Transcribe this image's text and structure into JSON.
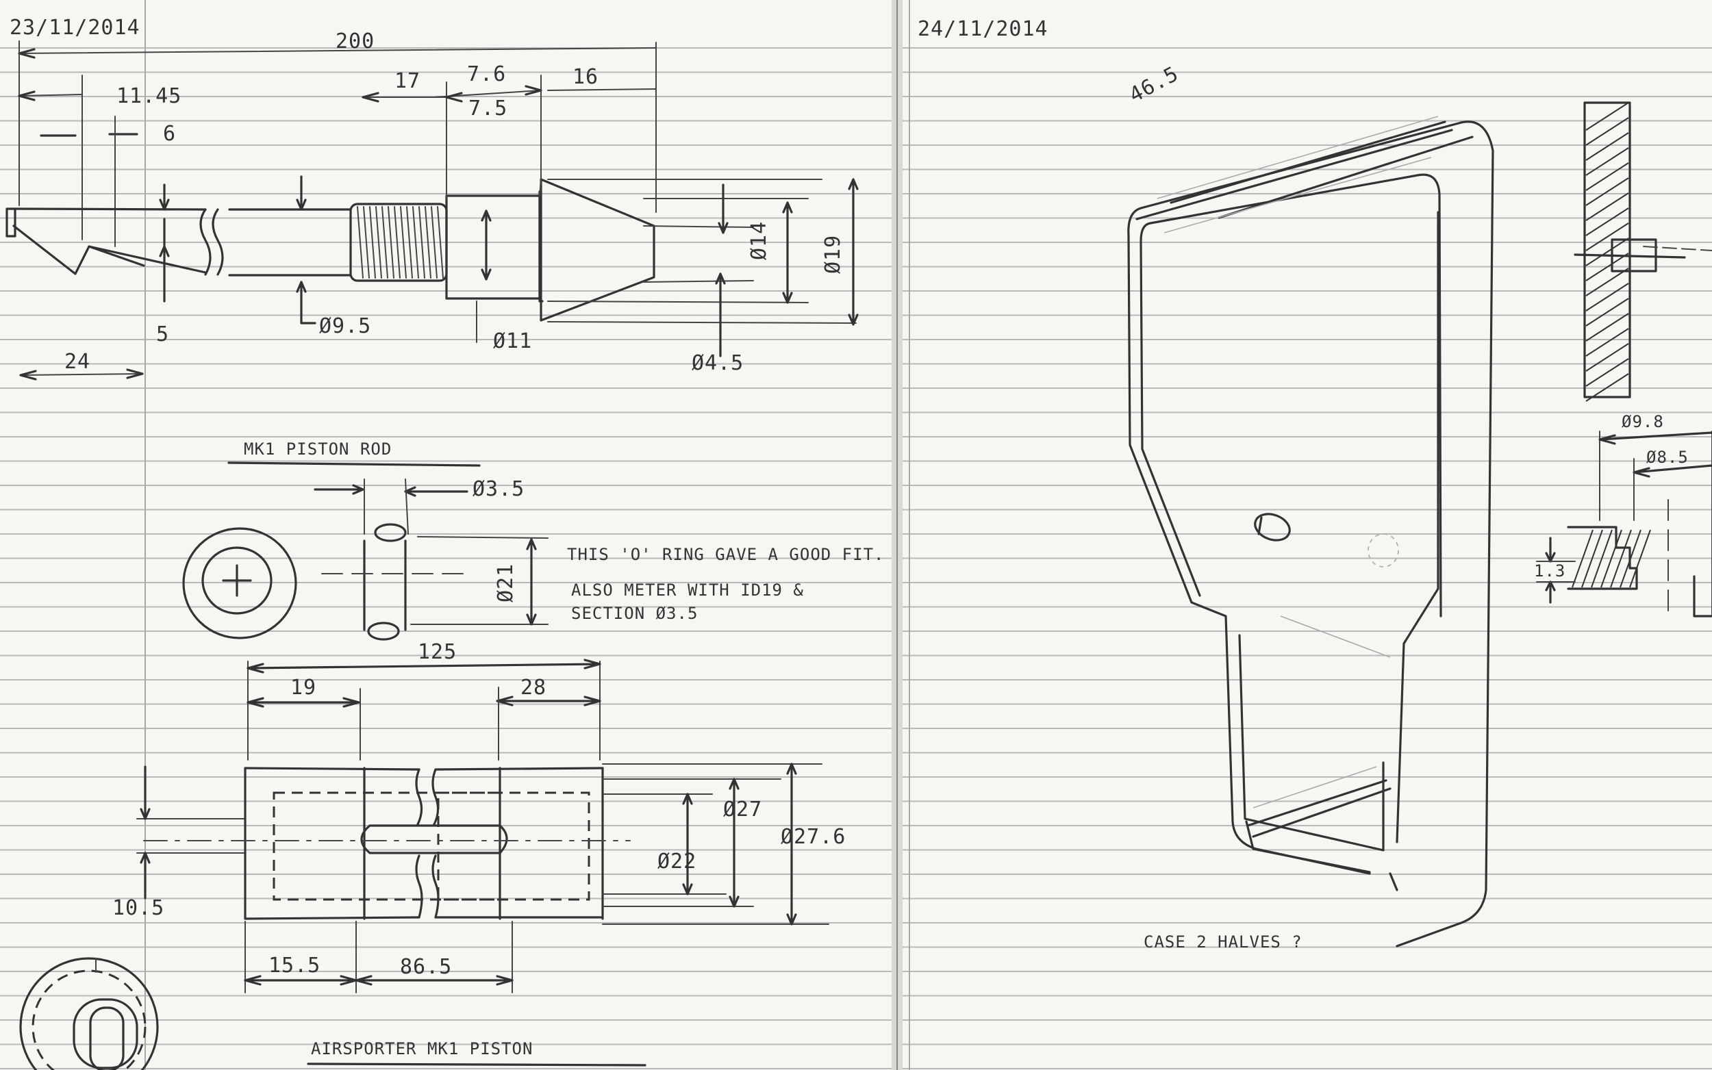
{
  "left_page": {
    "date": "23/11/2014",
    "rod": {
      "overall_length": "200",
      "dim_11_45": "11.45",
      "dim_6": "6",
      "dim_17": "17",
      "dim_7_6": "7.6",
      "dim_7_5": "7.5",
      "dim_16": "16",
      "dim_5": "5",
      "dim_24": "24",
      "dia_9_5": "Ø9.5",
      "dia_11": "Ø11",
      "dia_4_5": "Ø4.5",
      "dia_14": "Ø14",
      "dia_19": "Ø19",
      "title": "MK1 PISTON ROD"
    },
    "oring": {
      "dia_3_5": "Ø3.5",
      "dia_21": "Ø21",
      "note_line1": "THIS 'O' RING GAVE A GOOD FIT.",
      "note_line2": "ALSO METER WITH ID19 &",
      "note_line3": "SECTION Ø3.5"
    },
    "piston": {
      "dim_125": "125",
      "dim_19": "19",
      "dim_28": "28",
      "dia_27": "Ø27",
      "dia_22": "Ø22",
      "dia_27_6": "Ø27.6",
      "dim_10_5": "10.5",
      "dim_15_5": "15.5",
      "dim_86_5": "86.5",
      "title": "AIRSPORTER MK1 PISTON"
    }
  },
  "right_page": {
    "date": "24/11/2014",
    "angle": "46.5",
    "case_note": "CASE 2 HALVES ?",
    "detail": {
      "dia_9_8": "Ø9.8",
      "dia_8_5": "Ø8.5",
      "dim_1_3": "1.3"
    }
  }
}
